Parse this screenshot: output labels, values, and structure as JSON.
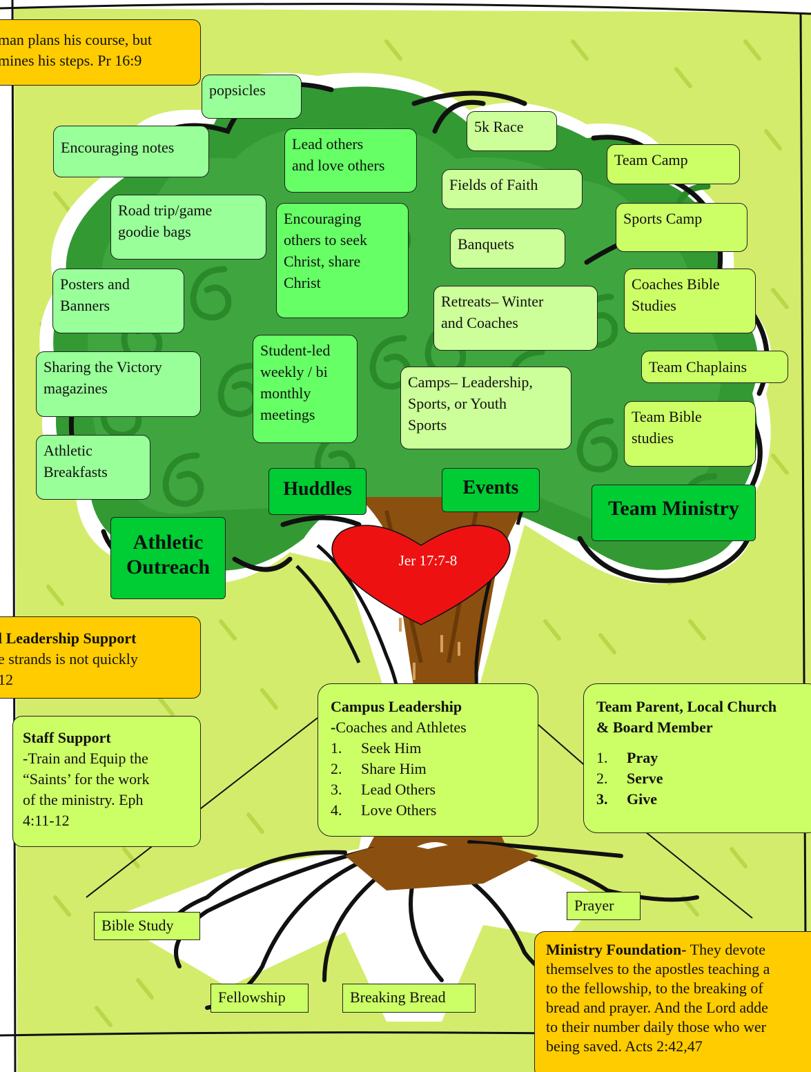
{
  "quote_top": "man plans his course, but\nmines  his steps.  Pr 16:9",
  "leaves": {
    "popsicles": "popsicles",
    "encouraging_notes": "Encouraging notes",
    "lead_others": "Lead others\nand love others",
    "five_k": "5k Race",
    "team_camp": "Team Camp",
    "fields_of_faith": "Fields of Faith",
    "road_trip": "Road trip/game\ngoodie bags",
    "encouraging_others": "Encouraging\nothers to seek\nChrist, share\nChrist",
    "banquets": "Banquets",
    "sports_camp": "Sports Camp",
    "posters": "Posters and\nBanners",
    "retreats": "Retreats– Winter\nand Coaches",
    "coaches_bible": "Coaches Bible\nStudies",
    "sharing_victory": "Sharing the Victory\nmagazines",
    "student_led": "Student-led\nweekly / bi\nmonthly\nmeetings",
    "camps": "Camps– Leadership,\nSports, or Youth\nSports",
    "team_chaplains": "Team Chaplains",
    "team_bible": "Team Bible\nstudies",
    "athletic_breakfasts": "Athletic\nBreakfasts"
  },
  "categories": {
    "huddles": "Huddles",
    "events": "Events",
    "team_ministry": "Team Ministry",
    "athletic_outreach": "Athletic\nOutreach"
  },
  "heart": "Jer 17:7-8",
  "leadership_support": {
    "title": "l Leadership Support",
    "body": "e strands is not quickly\n12"
  },
  "staff_support": {
    "title": "Staff Support",
    "body": "-Train and Equip the\n“Saints’ for the work\nof the ministry.  Eph\n4:11-12"
  },
  "campus_leadership": {
    "title": "Campus Leadership",
    "sub_dash": "-",
    "sub": "Coaches and Athletes",
    "items": [
      {
        "n": "1.",
        "t": "Seek Him"
      },
      {
        "n": "2.",
        "t": "Share Him"
      },
      {
        "n": "3.",
        "t": "Lead Others"
      },
      {
        "n": "4.",
        "t": "Love Others"
      }
    ]
  },
  "team_parent": {
    "title": "Team Parent, Local Church\n& Board Member",
    "items": [
      {
        "n": "1.",
        "t": "Pray"
      },
      {
        "n": "2.",
        "t": "Serve"
      },
      {
        "n": "3.",
        "t": "Give"
      }
    ]
  },
  "roots": {
    "bible_study": "Bible Study",
    "prayer": "Prayer",
    "fellowship": "Fellowship",
    "breaking_bread": "Breaking Bread"
  },
  "foundation": {
    "title": "Ministry Foundation-",
    "body": " They devote\nthemselves to the apostles teaching a\nto the fellowship, to the breaking of\nbread and prayer. And the Lord adde\nto their number daily those who wer\nbeing saved. Acts 2:42,47"
  },
  "colors": {
    "background": "#d4ec6c",
    "canopy": "#339933",
    "trunk": "#8b5010",
    "heart": "#ee1111",
    "gold": "#ffcc00",
    "category": "#00cc33"
  }
}
